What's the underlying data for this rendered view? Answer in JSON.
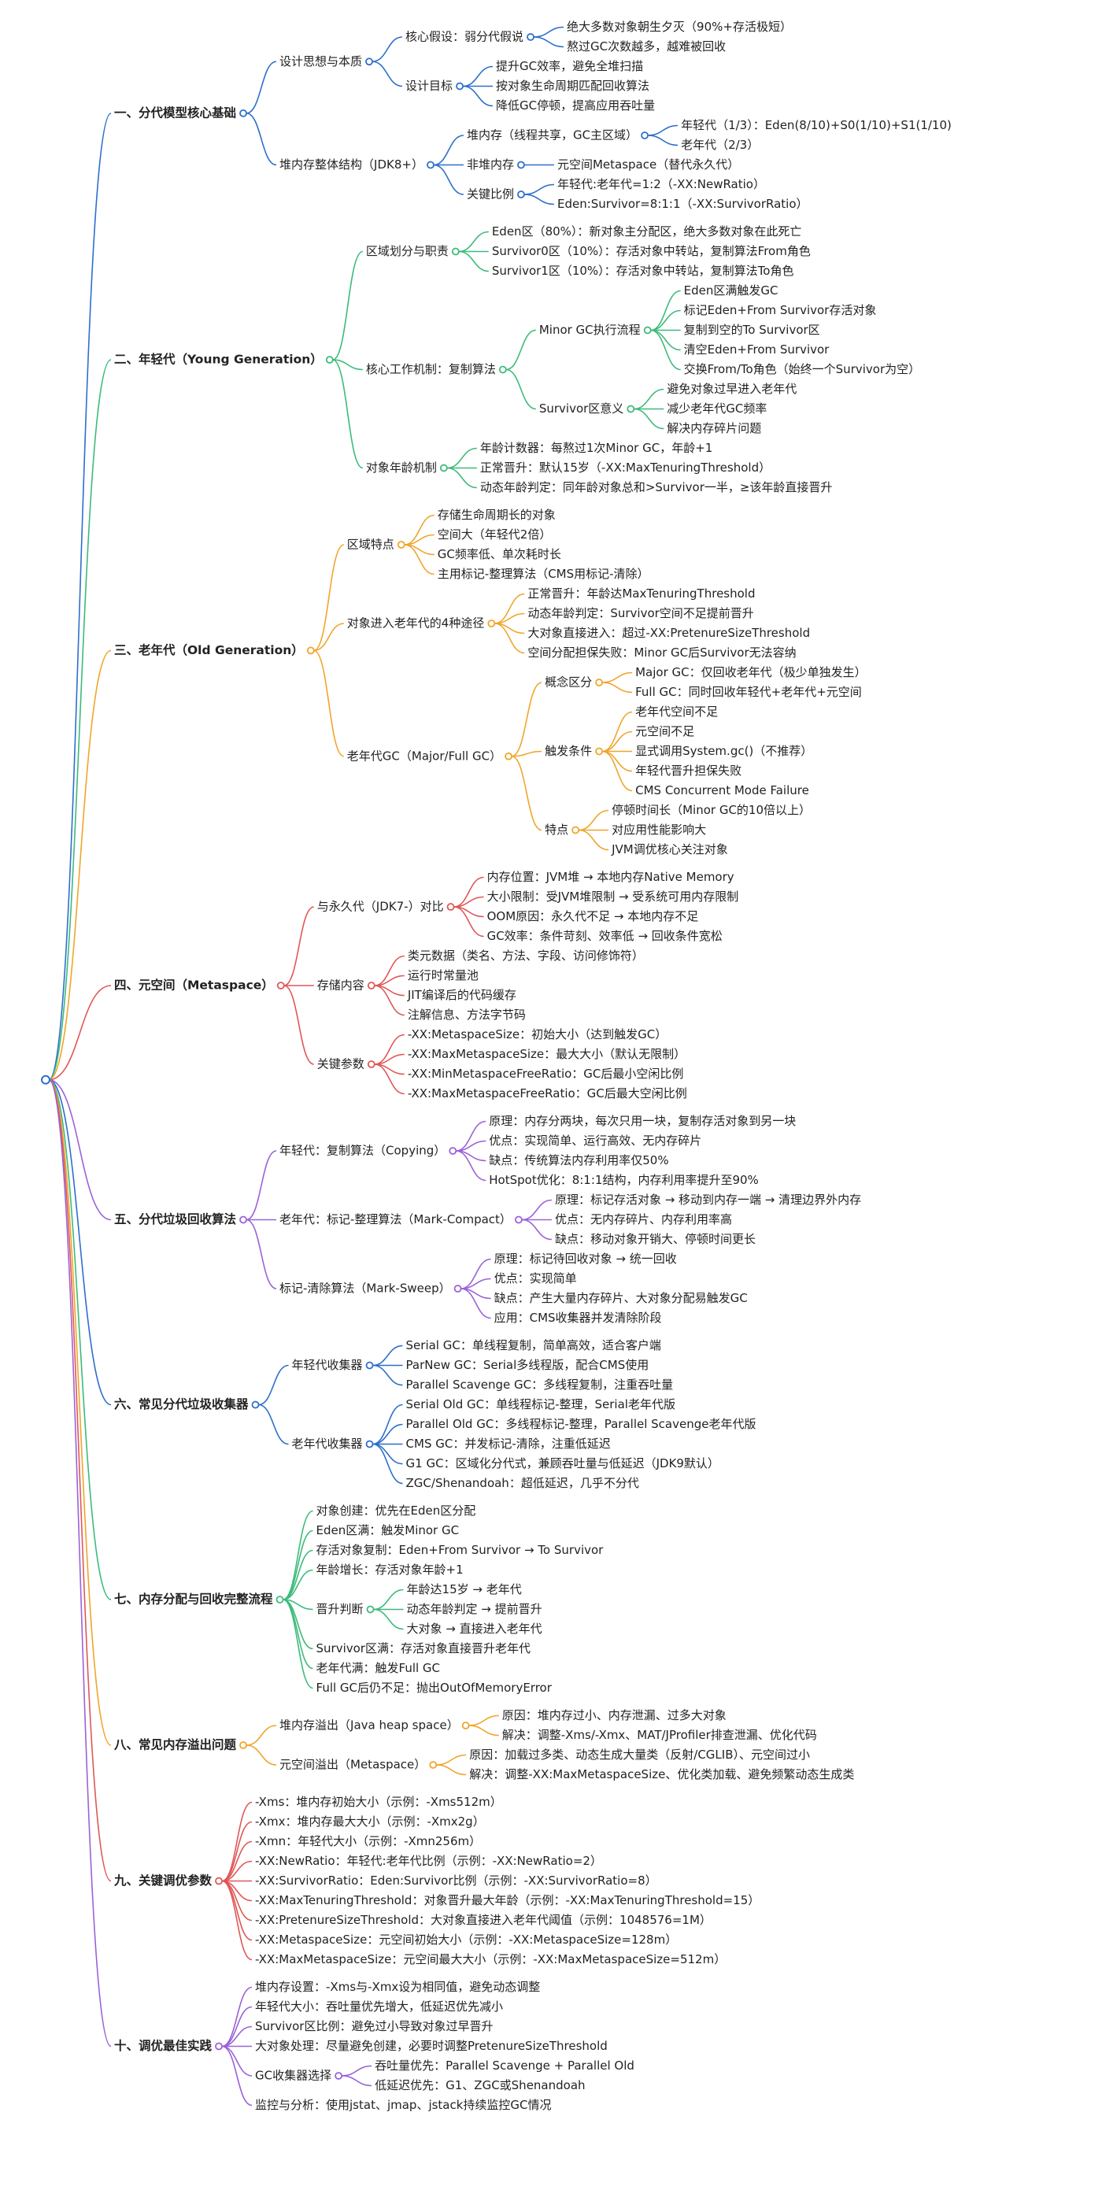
{
  "theme_colors": [
    "#2d6fcb",
    "#3dbb7a",
    "#f0a52a",
    "#e05757",
    "#9a62d8"
  ],
  "branches": [
    {
      "label": "一、分代模型核心基础",
      "children": [
        {
          "label": "设计思想与本质",
          "children": [
            {
              "label": "核心假设：弱分代假说",
              "children": [
                {
                  "label": "绝大多数对象朝生夕灭（90%+存活极短）"
                },
                {
                  "label": "熬过GC次数越多，越难被回收"
                }
              ]
            },
            {
              "label": "设计目标",
              "children": [
                {
                  "label": "提升GC效率，避免全堆扫描"
                },
                {
                  "label": "按对象生命周期匹配回收算法"
                },
                {
                  "label": "降低GC停顿，提高应用吞吐量"
                }
              ]
            }
          ]
        },
        {
          "label": "堆内存整体结构（JDK8+）",
          "children": [
            {
              "label": "堆内存（线程共享，GC主区域）",
              "children": [
                {
                  "label": "年轻代（1/3）：Eden(8/10)+S0(1/10)+S1(1/10)"
                },
                {
                  "label": "老年代（2/3）"
                }
              ]
            },
            {
              "label": "非堆内存",
              "children": [
                {
                  "label": "元空间Metaspace（替代永久代）"
                }
              ]
            },
            {
              "label": "关键比例",
              "children": [
                {
                  "label": "年轻代:老年代=1:2（-XX:NewRatio）"
                },
                {
                  "label": "Eden:Survivor=8:1:1（-XX:SurvivorRatio）"
                }
              ]
            }
          ]
        }
      ]
    },
    {
      "label": "二、年轻代（Young Generation）",
      "children": [
        {
          "label": "区域划分与职责",
          "children": [
            {
              "label": "Eden区（80%）：新对象主分配区，绝大多数对象在此死亡"
            },
            {
              "label": "Survivor0区（10%）：存活对象中转站，复制算法From角色"
            },
            {
              "label": "Survivor1区（10%）：存活对象中转站，复制算法To角色"
            }
          ]
        },
        {
          "label": "核心工作机制：复制算法",
          "children": [
            {
              "label": "Minor GC执行流程",
              "children": [
                {
                  "label": "Eden区满触发GC"
                },
                {
                  "label": "标记Eden+From Survivor存活对象"
                },
                {
                  "label": "复制到空的To Survivor区"
                },
                {
                  "label": "清空Eden+From Survivor"
                },
                {
                  "label": "交换From/To角色（始终一个Survivor为空）"
                }
              ]
            },
            {
              "label": "Survivor区意义",
              "children": [
                {
                  "label": "避免对象过早进入老年代"
                },
                {
                  "label": "减少老年代GC频率"
                },
                {
                  "label": "解决内存碎片问题"
                }
              ]
            }
          ]
        },
        {
          "label": "对象年龄机制",
          "children": [
            {
              "label": "年龄计数器：每熬过1次Minor GC，年龄+1"
            },
            {
              "label": "正常晋升：默认15岁（-XX:MaxTenuringThreshold）"
            },
            {
              "label": "动态年龄判定：同年龄对象总和>Survivor一半，≥该年龄直接晋升"
            }
          ]
        }
      ]
    },
    {
      "label": "三、老年代（Old Generation）",
      "children": [
        {
          "label": "区域特点",
          "children": [
            {
              "label": "存储生命周期长的对象"
            },
            {
              "label": "空间大（年轻代2倍）"
            },
            {
              "label": "GC频率低、单次耗时长"
            },
            {
              "label": "主用标记-整理算法（CMS用标记-清除）"
            }
          ]
        },
        {
          "label": "对象进入老年代的4种途径",
          "children": [
            {
              "label": "正常晋升：年龄达MaxTenuringThreshold"
            },
            {
              "label": "动态年龄判定：Survivor空间不足提前晋升"
            },
            {
              "label": "大对象直接进入：超过-XX:PretenureSizeThreshold"
            },
            {
              "label": "空间分配担保失败：Minor GC后Survivor无法容纳"
            }
          ]
        },
        {
          "label": "老年代GC（Major/Full GC）",
          "children": [
            {
              "label": "概念区分",
              "children": [
                {
                  "label": "Major GC：仅回收老年代（极少单独发生）"
                },
                {
                  "label": "Full GC：同时回收年轻代+老年代+元空间"
                }
              ]
            },
            {
              "label": "触发条件",
              "children": [
                {
                  "label": "老年代空间不足"
                },
                {
                  "label": "元空间不足"
                },
                {
                  "label": "显式调用System.gc()（不推荐）"
                },
                {
                  "label": "年轻代晋升担保失败"
                },
                {
                  "label": "CMS Concurrent Mode Failure"
                }
              ]
            },
            {
              "label": "特点",
              "children": [
                {
                  "label": "停顿时间长（Minor GC的10倍以上）"
                },
                {
                  "label": "对应用性能影响大"
                },
                {
                  "label": "JVM调优核心关注对象"
                }
              ]
            }
          ]
        }
      ]
    },
    {
      "label": "四、元空间（Metaspace）",
      "children": [
        {
          "label": "与永久代（JDK7-）对比",
          "children": [
            {
              "label": "内存位置：JVM堆 → 本地内存Native Memory"
            },
            {
              "label": "大小限制：受JVM堆限制 → 受系统可用内存限制"
            },
            {
              "label": "OOM原因：永久代不足 → 本地内存不足"
            },
            {
              "label": "GC效率：条件苛刻、效率低 → 回收条件宽松"
            }
          ]
        },
        {
          "label": "存储内容",
          "children": [
            {
              "label": "类元数据（类名、方法、字段、访问修饰符）"
            },
            {
              "label": "运行时常量池"
            },
            {
              "label": "JIT编译后的代码缓存"
            },
            {
              "label": "注解信息、方法字节码"
            }
          ]
        },
        {
          "label": "关键参数",
          "children": [
            {
              "label": "-XX:MetaspaceSize：初始大小（达到触发GC）"
            },
            {
              "label": "-XX:MaxMetaspaceSize：最大大小（默认无限制）"
            },
            {
              "label": "-XX:MinMetaspaceFreeRatio：GC后最小空闲比例"
            },
            {
              "label": "-XX:MaxMetaspaceFreeRatio：GC后最大空闲比例"
            }
          ]
        }
      ]
    },
    {
      "label": "五、分代垃圾回收算法",
      "children": [
        {
          "label": "年轻代：复制算法（Copying）",
          "children": [
            {
              "label": "原理：内存分两块，每次只用一块，复制存活对象到另一块"
            },
            {
              "label": "优点：实现简单、运行高效、无内存碎片"
            },
            {
              "label": "缺点：传统算法内存利用率仅50%"
            },
            {
              "label": "HotSpot优化：8:1:1结构，内存利用率提升至90%"
            }
          ]
        },
        {
          "label": "老年代：标记-整理算法（Mark-Compact）",
          "children": [
            {
              "label": "原理：标记存活对象 → 移动到内存一端 → 清理边界外内存"
            },
            {
              "label": "优点：无内存碎片、内存利用率高"
            },
            {
              "label": "缺点：移动对象开销大、停顿时间更长"
            }
          ]
        },
        {
          "label": "标记-清除算法（Mark-Sweep）",
          "children": [
            {
              "label": "原理：标记待回收对象 → 统一回收"
            },
            {
              "label": "优点：实现简单"
            },
            {
              "label": "缺点：产生大量内存碎片、大对象分配易触发GC"
            },
            {
              "label": "应用：CMS收集器并发清除阶段"
            }
          ]
        }
      ]
    },
    {
      "label": "六、常见分代垃圾收集器",
      "children": [
        {
          "label": "年轻代收集器",
          "children": [
            {
              "label": "Serial GC：单线程复制，简单高效，适合客户端"
            },
            {
              "label": "ParNew GC：Serial多线程版，配合CMS使用"
            },
            {
              "label": "Parallel Scavenge GC：多线程复制，注重吞吐量"
            }
          ]
        },
        {
          "label": "老年代收集器",
          "children": [
            {
              "label": "Serial Old GC：单线程标记-整理，Serial老年代版"
            },
            {
              "label": "Parallel Old GC：多线程标记-整理，Parallel Scavenge老年代版"
            },
            {
              "label": "CMS GC：并发标记-清除，注重低延迟"
            },
            {
              "label": "G1 GC：区域化分代式，兼顾吞吐量与低延迟（JDK9默认）"
            },
            {
              "label": "ZGC/Shenandoah：超低延迟，几乎不分代"
            }
          ]
        }
      ]
    },
    {
      "label": "七、内存分配与回收完整流程",
      "children": [
        {
          "label": "对象创建：优先在Eden区分配"
        },
        {
          "label": "Eden区满：触发Minor GC"
        },
        {
          "label": "存活对象复制：Eden+From Survivor → To Survivor"
        },
        {
          "label": "年龄增长：存活对象年龄+1"
        },
        {
          "label": "晋升判断",
          "children": [
            {
              "label": "年龄达15岁 → 老年代"
            },
            {
              "label": "动态年龄判定 → 提前晋升"
            },
            {
              "label": "大对象 → 直接进入老年代"
            }
          ]
        },
        {
          "label": "Survivor区满：存活对象直接晋升老年代"
        },
        {
          "label": "老年代满：触发Full GC"
        },
        {
          "label": "Full GC后仍不足：抛出OutOfMemoryError"
        }
      ]
    },
    {
      "label": "八、常见内存溢出问题",
      "children": [
        {
          "label": "堆内存溢出（Java heap space）",
          "children": [
            {
              "label": "原因：堆内存过小、内存泄漏、过多大对象"
            },
            {
              "label": "解决：调整-Xms/-Xmx、MAT/JProfiler排查泄漏、优化代码"
            }
          ]
        },
        {
          "label": "元空间溢出（Metaspace）",
          "children": [
            {
              "label": "原因：加载过多类、动态生成大量类（反射/CGLIB）、元空间过小"
            },
            {
              "label": "解决：调整-XX:MaxMetaspaceSize、优化类加载、避免频繁动态生成类"
            }
          ]
        }
      ]
    },
    {
      "label": "九、关键调优参数",
      "children": [
        {
          "label": "-Xms：堆内存初始大小（示例：-Xms512m）"
        },
        {
          "label": "-Xmx：堆内存最大大小（示例：-Xmx2g）"
        },
        {
          "label": "-Xmn：年轻代大小（示例：-Xmn256m）"
        },
        {
          "label": "-XX:NewRatio：年轻代:老年代比例（示例：-XX:NewRatio=2）"
        },
        {
          "label": "-XX:SurvivorRatio：Eden:Survivor比例（示例：-XX:SurvivorRatio=8）"
        },
        {
          "label": "-XX:MaxTenuringThreshold：对象晋升最大年龄（示例：-XX:MaxTenuringThreshold=15）"
        },
        {
          "label": "-XX:PretenureSizeThreshold：大对象直接进入老年代阈值（示例：1048576=1M）"
        },
        {
          "label": "-XX:MetaspaceSize：元空间初始大小（示例：-XX:MetaspaceSize=128m）"
        },
        {
          "label": "-XX:MaxMetaspaceSize：元空间最大大小（示例：-XX:MaxMetaspaceSize=512m）"
        }
      ]
    },
    {
      "label": "十、调优最佳实践",
      "children": [
        {
          "label": "堆内存设置：-Xms与-Xmx设为相同值，避免动态调整"
        },
        {
          "label": "年轻代大小：吞吐量优先增大，低延迟优先减小"
        },
        {
          "label": "Survivor区比例：避免过小导致对象过早晋升"
        },
        {
          "label": "大对象处理：尽量避免创建，必要时调整PretenureSizeThreshold"
        },
        {
          "label": "GC收集器选择",
          "children": [
            {
              "label": "吞吐量优先：Parallel Scavenge + Parallel Old"
            },
            {
              "label": "低延迟优先：G1、ZGC或Shenandoah"
            }
          ]
        },
        {
          "label": "监控与分析：使用jstat、jmap、jstack持续监控GC情况"
        }
      ]
    }
  ]
}
